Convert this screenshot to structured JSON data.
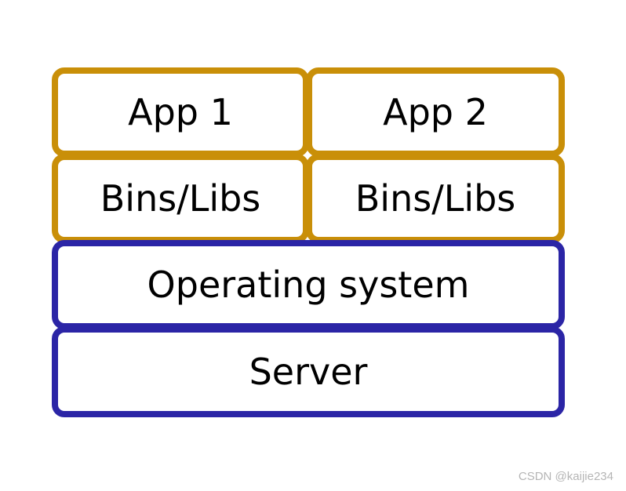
{
  "diagram": {
    "apps": [
      {
        "label": "App 1"
      },
      {
        "label": "App 2"
      }
    ],
    "bins_libs": [
      {
        "label": "Bins/Libs"
      },
      {
        "label": "Bins/Libs"
      }
    ],
    "operating_system": {
      "label": "Operating system"
    },
    "server": {
      "label": "Server"
    }
  },
  "colors": {
    "app_layer_border": "#c98f08",
    "host_layer_border": "#2b25a6"
  },
  "watermark": "CSDN @kaijie234"
}
